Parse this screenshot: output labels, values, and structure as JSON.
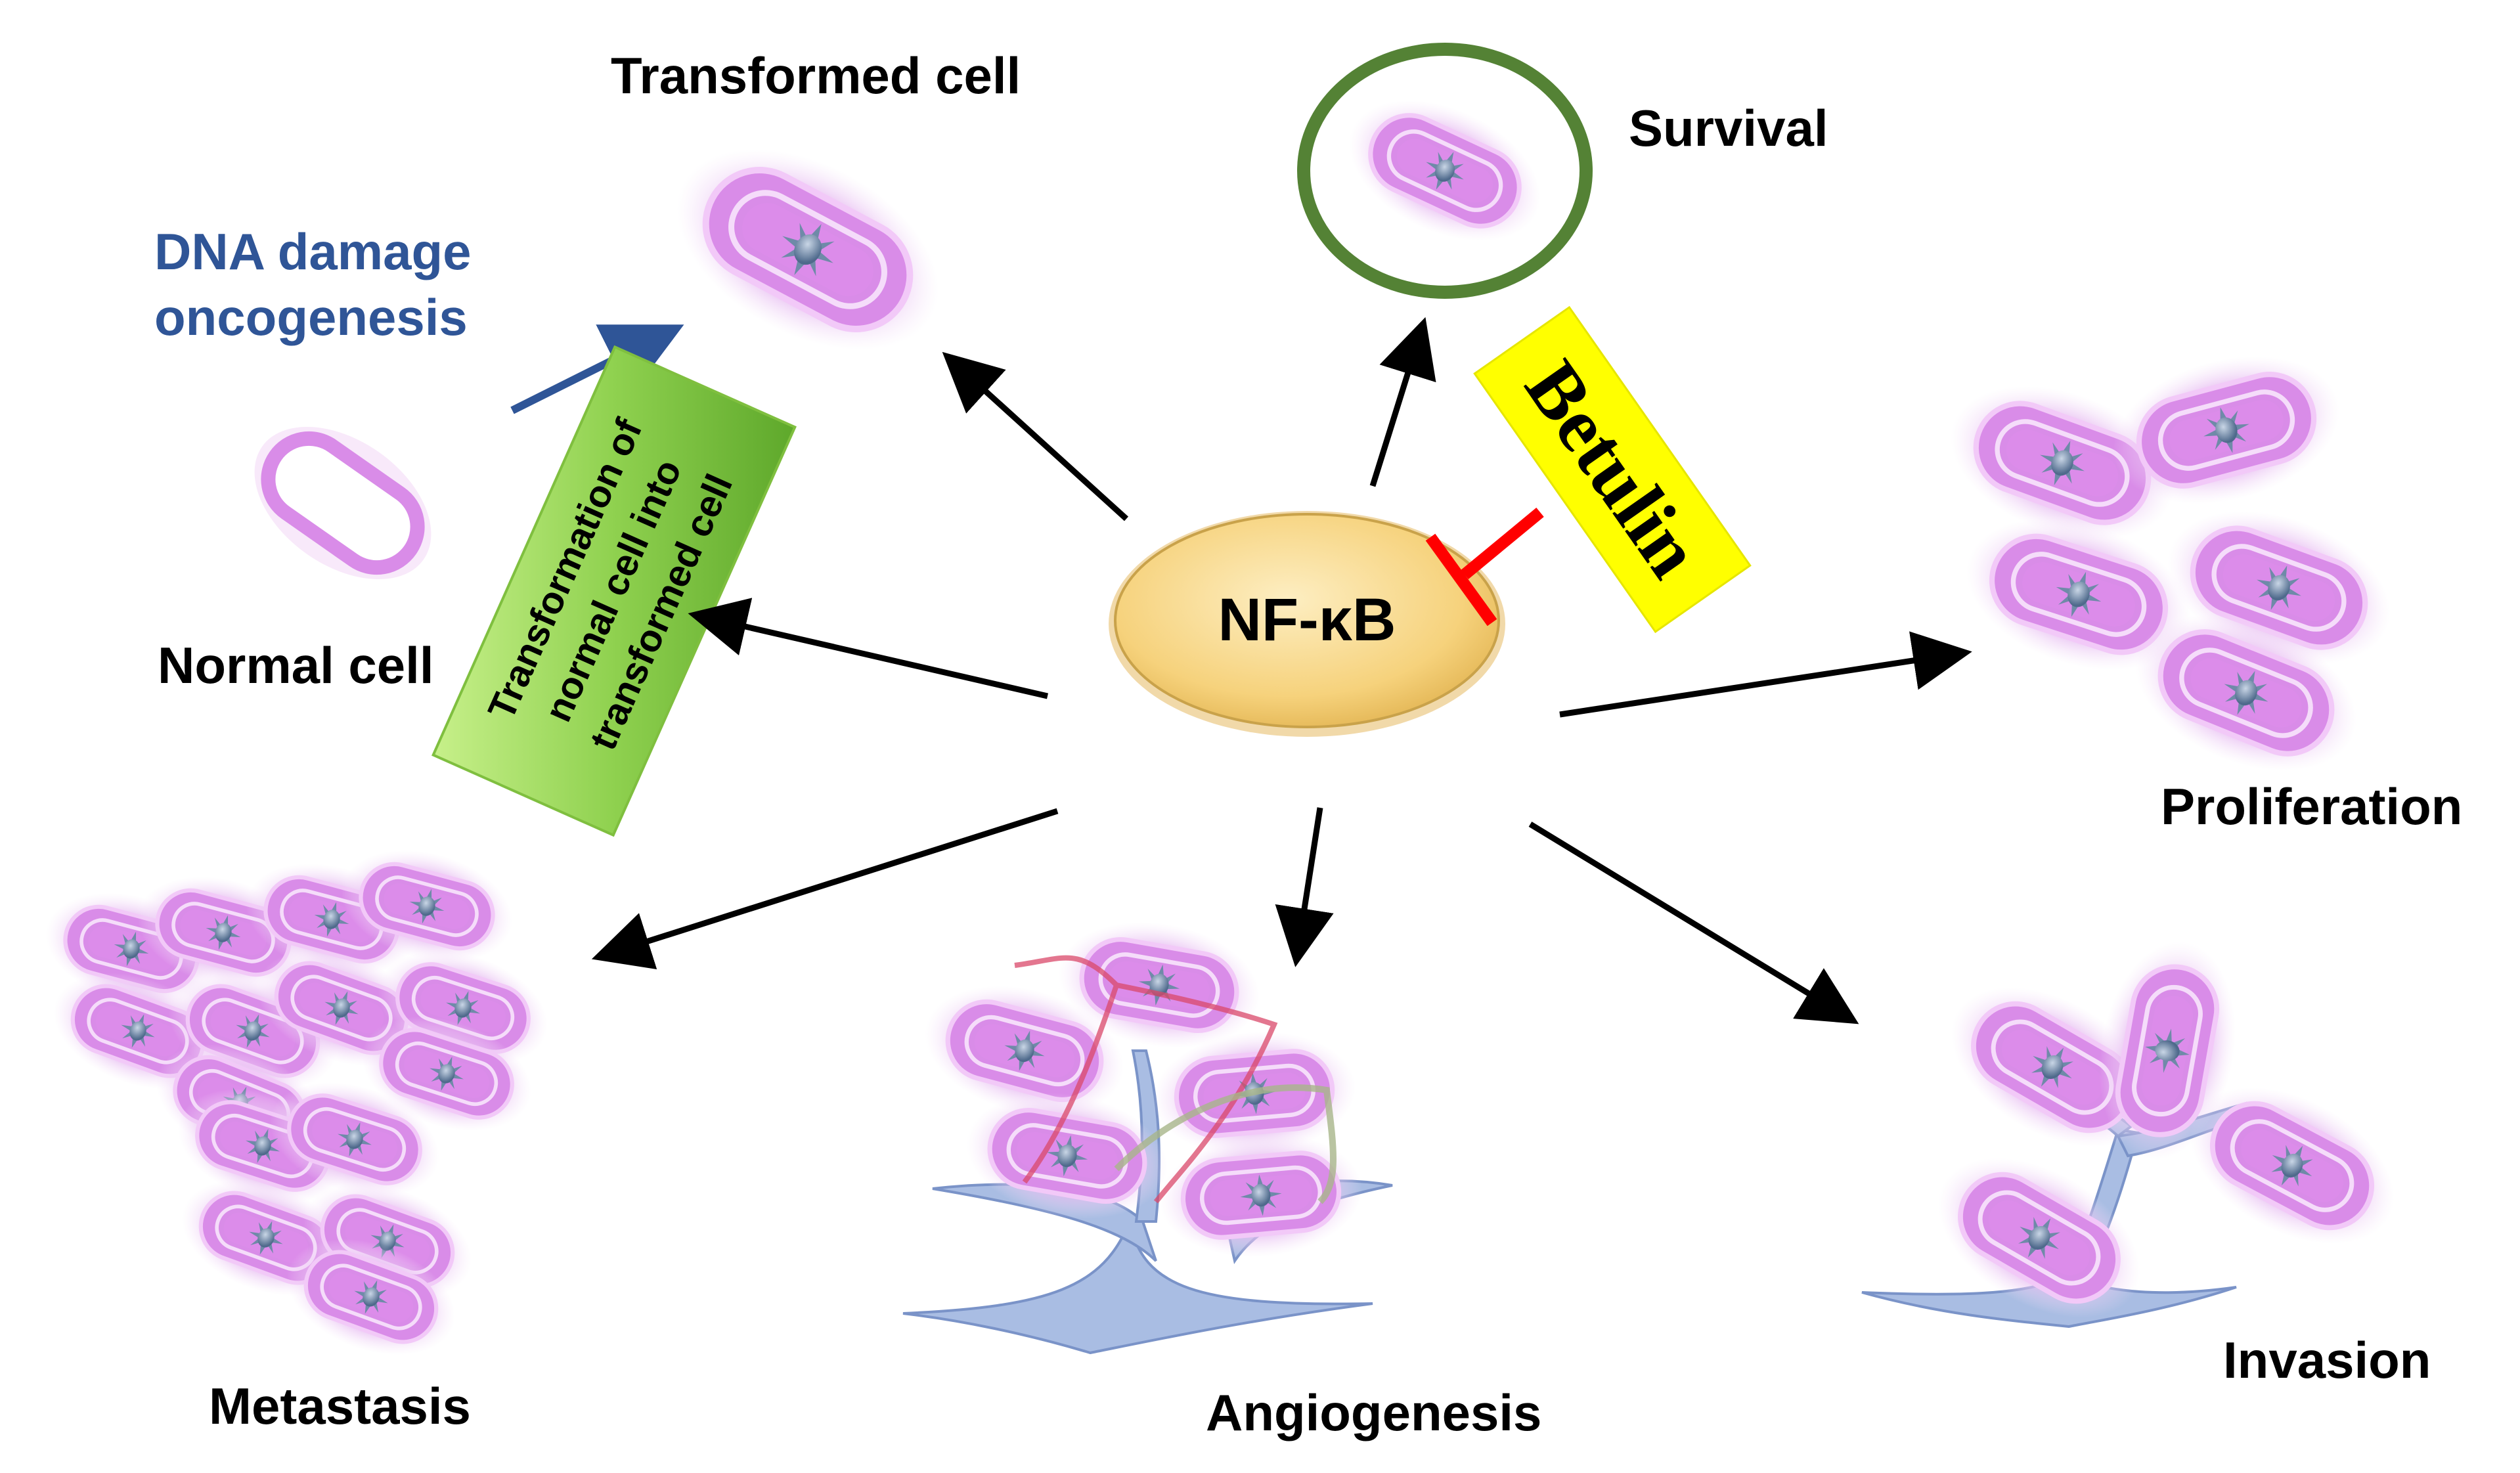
{
  "center": {
    "label": "NF-κB"
  },
  "inhibitor": {
    "label": "Betulin"
  },
  "labels": {
    "transformed_cell": "Transformed cell",
    "survival": "Survival",
    "dna_damage_line1": "DNA damage",
    "dna_damage_line2": "oncogenesis",
    "normal_cell": "Normal cell",
    "proliferation": "Proliferation",
    "metastasis": "Metastasis",
    "angiogenesis": "Angiogenesis",
    "invasion": "Invasion"
  },
  "transformation_box": {
    "line1": "Transformation of",
    "line2": "normal cell into",
    "line3": "transformed cell"
  },
  "colors": {
    "cell_membrane": "#d97ae6",
    "cell_glow": "#e9c2f2",
    "nucleus": "#6f8aa8",
    "center_fill": "#f6d27c",
    "inhibitor_box": "#ffff00",
    "inhibition_line": "#ff0000",
    "dna_text": "#2f5597",
    "transformation_box": "#8fd14f",
    "survival_ring": "#548235",
    "vessels": "#8fa9d8",
    "arrow": "#000000"
  }
}
